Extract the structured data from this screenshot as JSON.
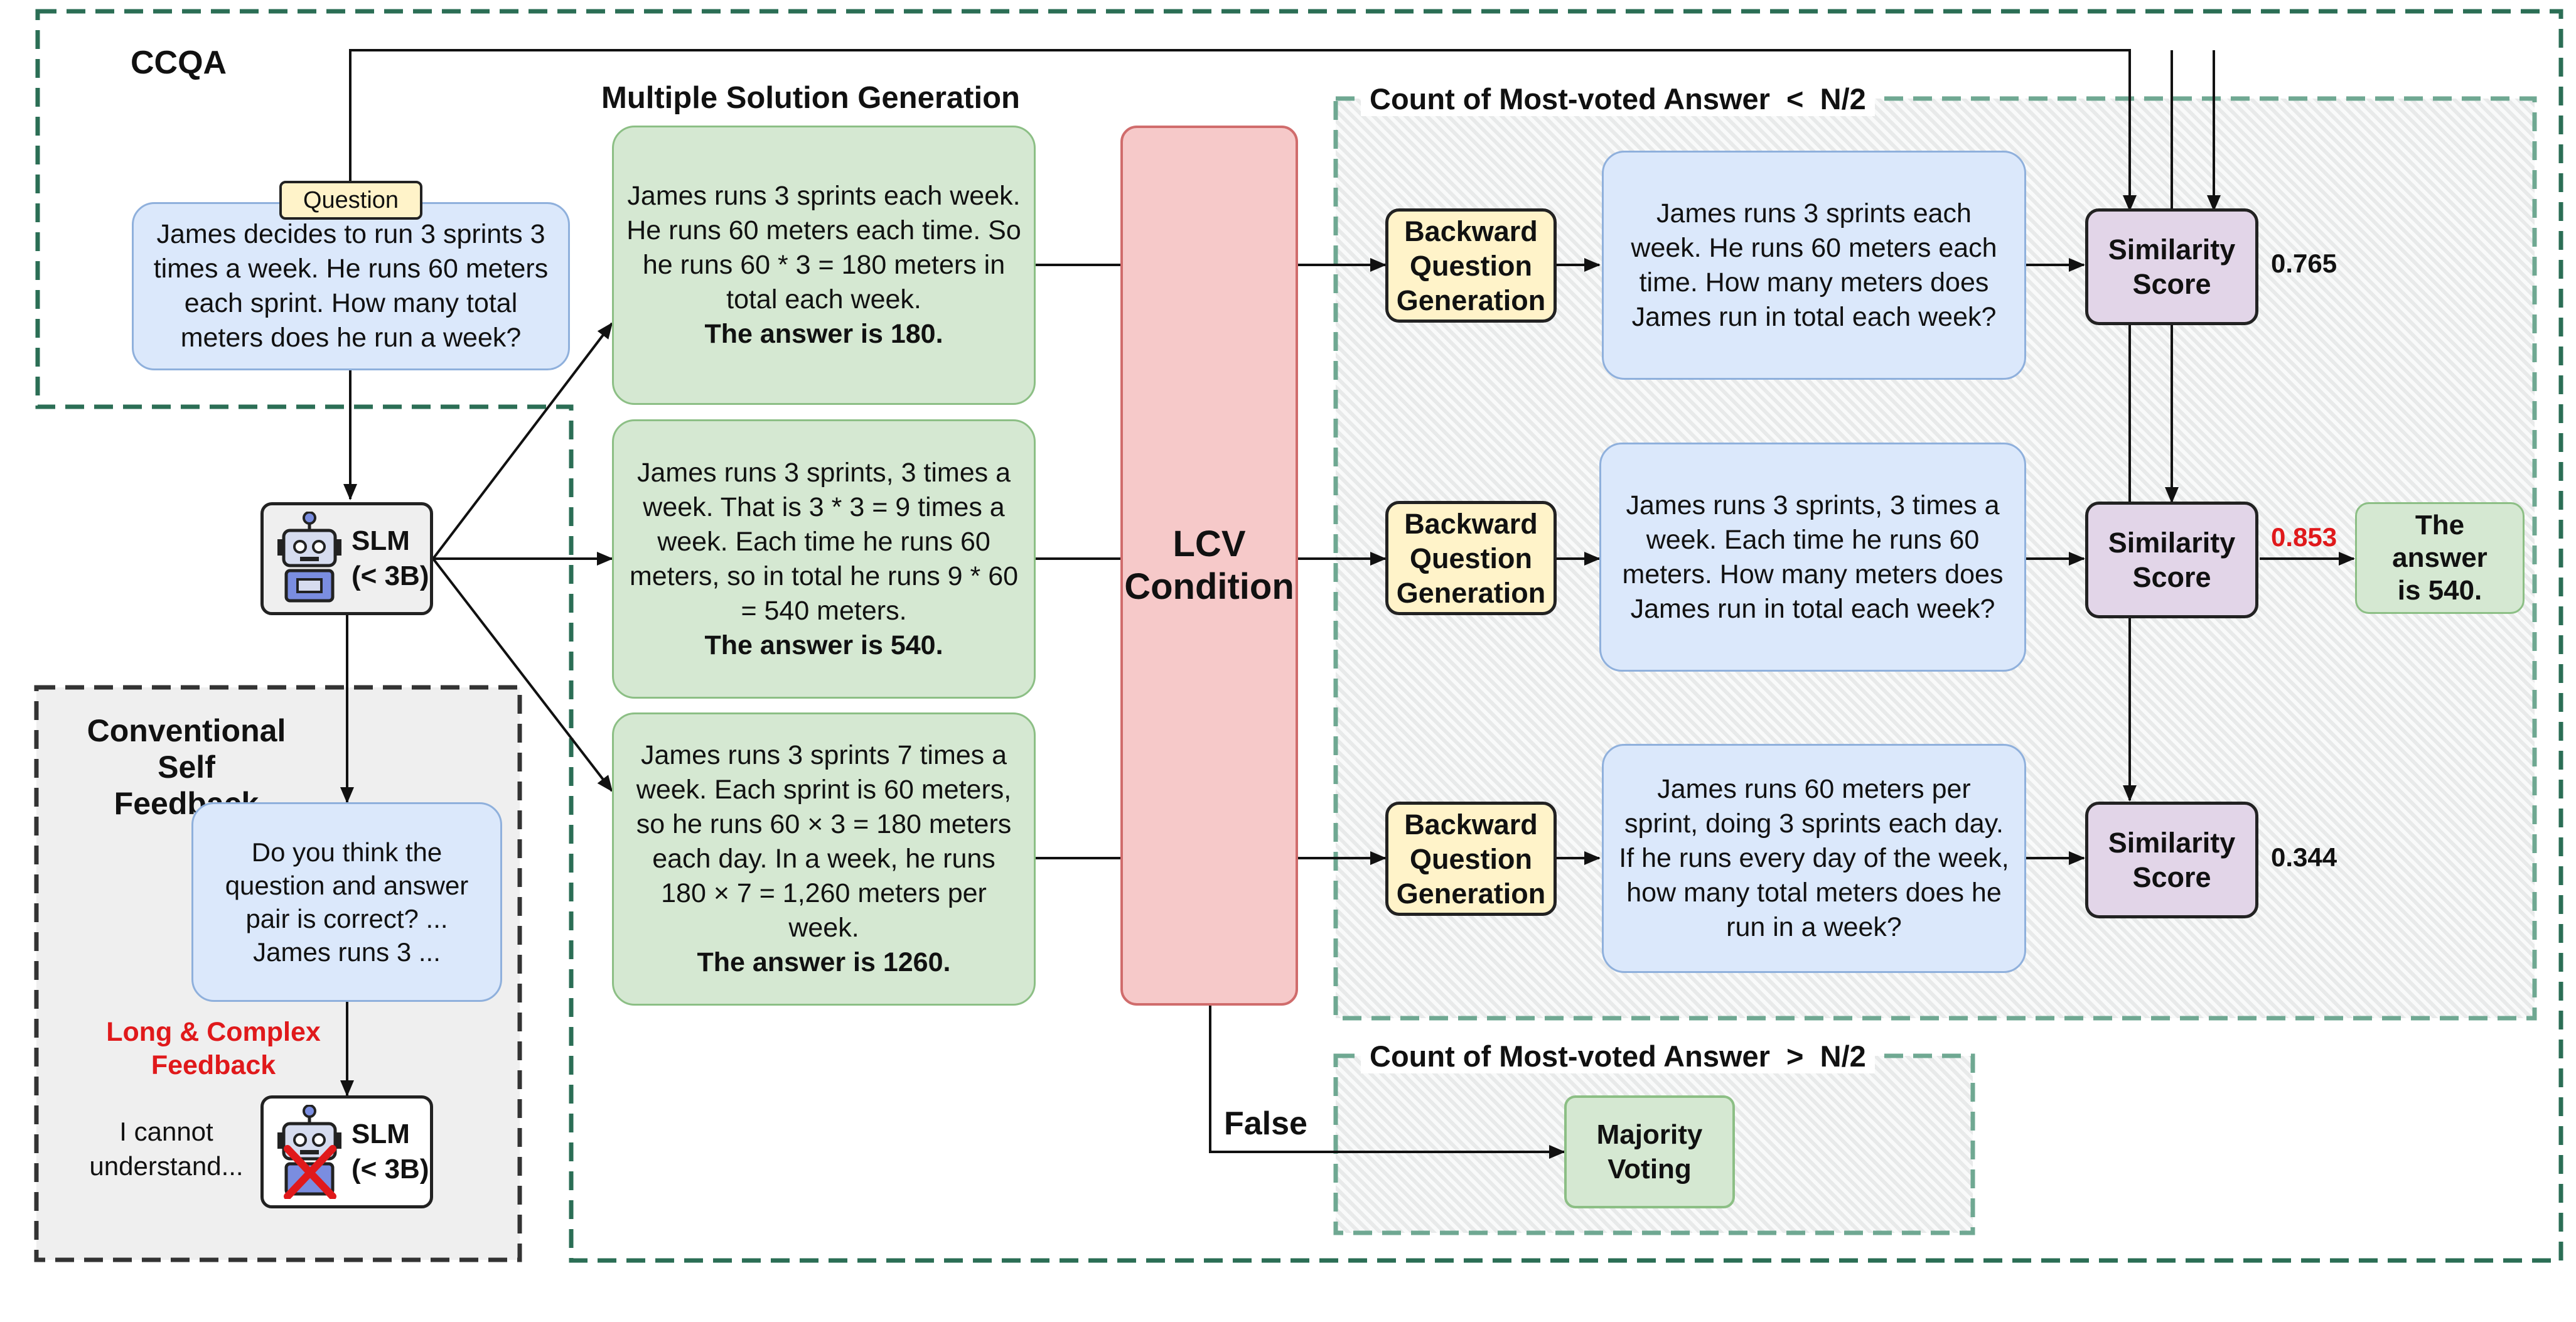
{
  "ccqa_title": "CCQA",
  "question_tag": "Question",
  "question_text": "James decides to run 3 sprints 3 times a week. He runs 60 meters each sprint. How many total meters does he run a week?",
  "slm": {
    "name": "SLM",
    "size": "(< 3B)"
  },
  "multiple_solution_title": "Multiple Solution Generation",
  "solutions": [
    {
      "text": "James runs 3 sprints each week. He runs 60 meters each time. So he runs 60 * 3 = 180 meters in total each week.",
      "answer": "The answer is 180."
    },
    {
      "text": "James runs 3 sprints, 3 times a week. That is 3 * 3 = 9 times a week. Each time he runs 60 meters, so in total he runs 9 * 60 = 540 meters.",
      "answer": "The answer is 540."
    },
    {
      "text": "James runs 3 sprints 7 times a week. Each sprint is 60 meters, so he runs 60 × 3 = 180 meters each day. In a week, he runs 180 × 7 = 1,260 meters per week.",
      "answer": "The answer is 1260."
    }
  ],
  "lcv": {
    "line1": "LCV",
    "line2": "Condition"
  },
  "false_label": "False",
  "region_low_title": "Count of Most-voted Answer  <  N/2",
  "region_high_title": "Count of Most-voted Answer  >  N/2",
  "bqg_label": {
    "line1": "Backward",
    "line2": "Question",
    "line3": "Generation"
  },
  "backward_questions": [
    "James runs 3 sprints each week. He runs 60 meters each time. How many meters does James run in total each week?",
    "James runs 3 sprints, 3 times a week. Each time he runs 60 meters. How many meters does James run in total each week?",
    "James runs 60 meters per sprint, doing 3 sprints each day. If he runs every day of the week, how many total meters does he run in a week?"
  ],
  "similarity_label": {
    "line1": "Similarity",
    "line2": "Score"
  },
  "scores": [
    "0.765",
    "0.853",
    "0.344"
  ],
  "colors": {
    "best_score": "#e0191b",
    "feedback_red": "#e0191b",
    "ccqa_border": "#2b6e55",
    "region_border": "#6fa892"
  },
  "final_answer": {
    "line1": "The",
    "line2": "answer",
    "line3": "is 540."
  },
  "majority_voting": {
    "line1": "Majority",
    "line2": "Voting"
  },
  "conventional": {
    "title_line1": "Conventional",
    "title_line2": "Self Feedback",
    "feedback_question": "Do you think the question  and answer pair is correct? ... James runs 3 ...",
    "warning_line1": "Long & Complex",
    "warning_line2": "Feedback",
    "response_line1": "I cannot",
    "response_line2": "understand..."
  }
}
